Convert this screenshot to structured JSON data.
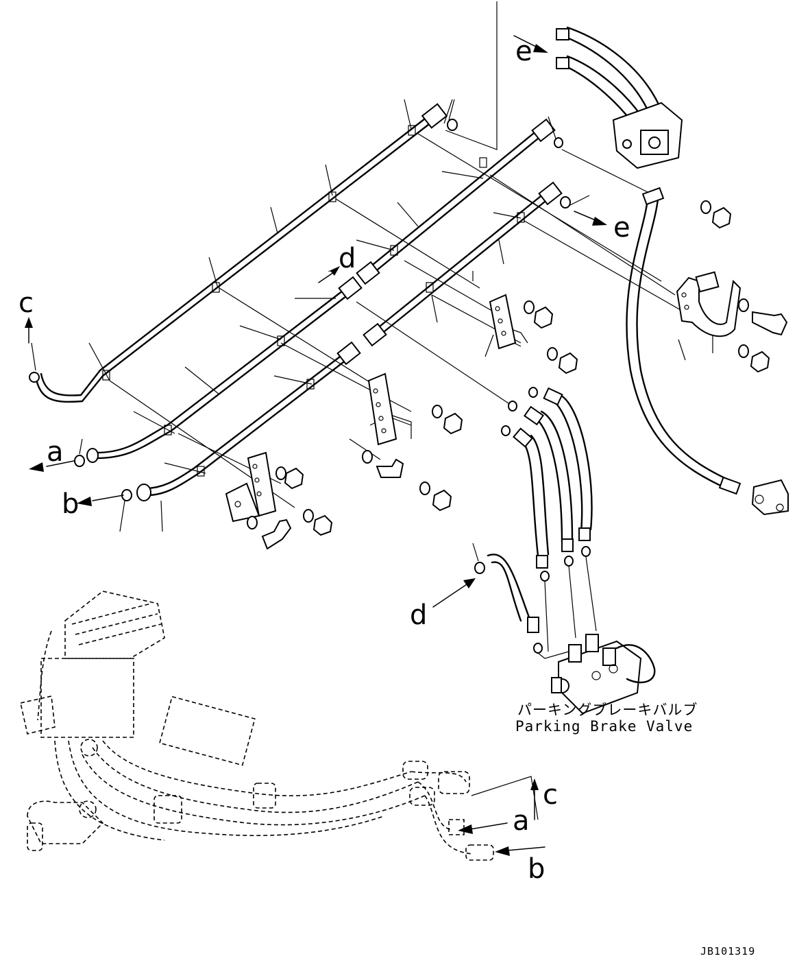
{
  "diagram": {
    "callouts": [
      {
        "id": "a-left",
        "letter": "a"
      },
      {
        "id": "b-left",
        "letter": "b"
      },
      {
        "id": "c-left",
        "letter": "c"
      },
      {
        "id": "d-top",
        "letter": "d"
      },
      {
        "id": "d-bottom",
        "letter": "d"
      },
      {
        "id": "e-top",
        "letter": "e"
      },
      {
        "id": "e-right",
        "letter": "e"
      },
      {
        "id": "c-right",
        "letter": "c"
      },
      {
        "id": "a-right",
        "letter": "a"
      },
      {
        "id": "b-right",
        "letter": "b"
      }
    ],
    "valve_label_jp": "パーキングブレーキバルブ",
    "valve_label_en": "Parking Brake Valve",
    "drawing_code": "JB101319"
  }
}
